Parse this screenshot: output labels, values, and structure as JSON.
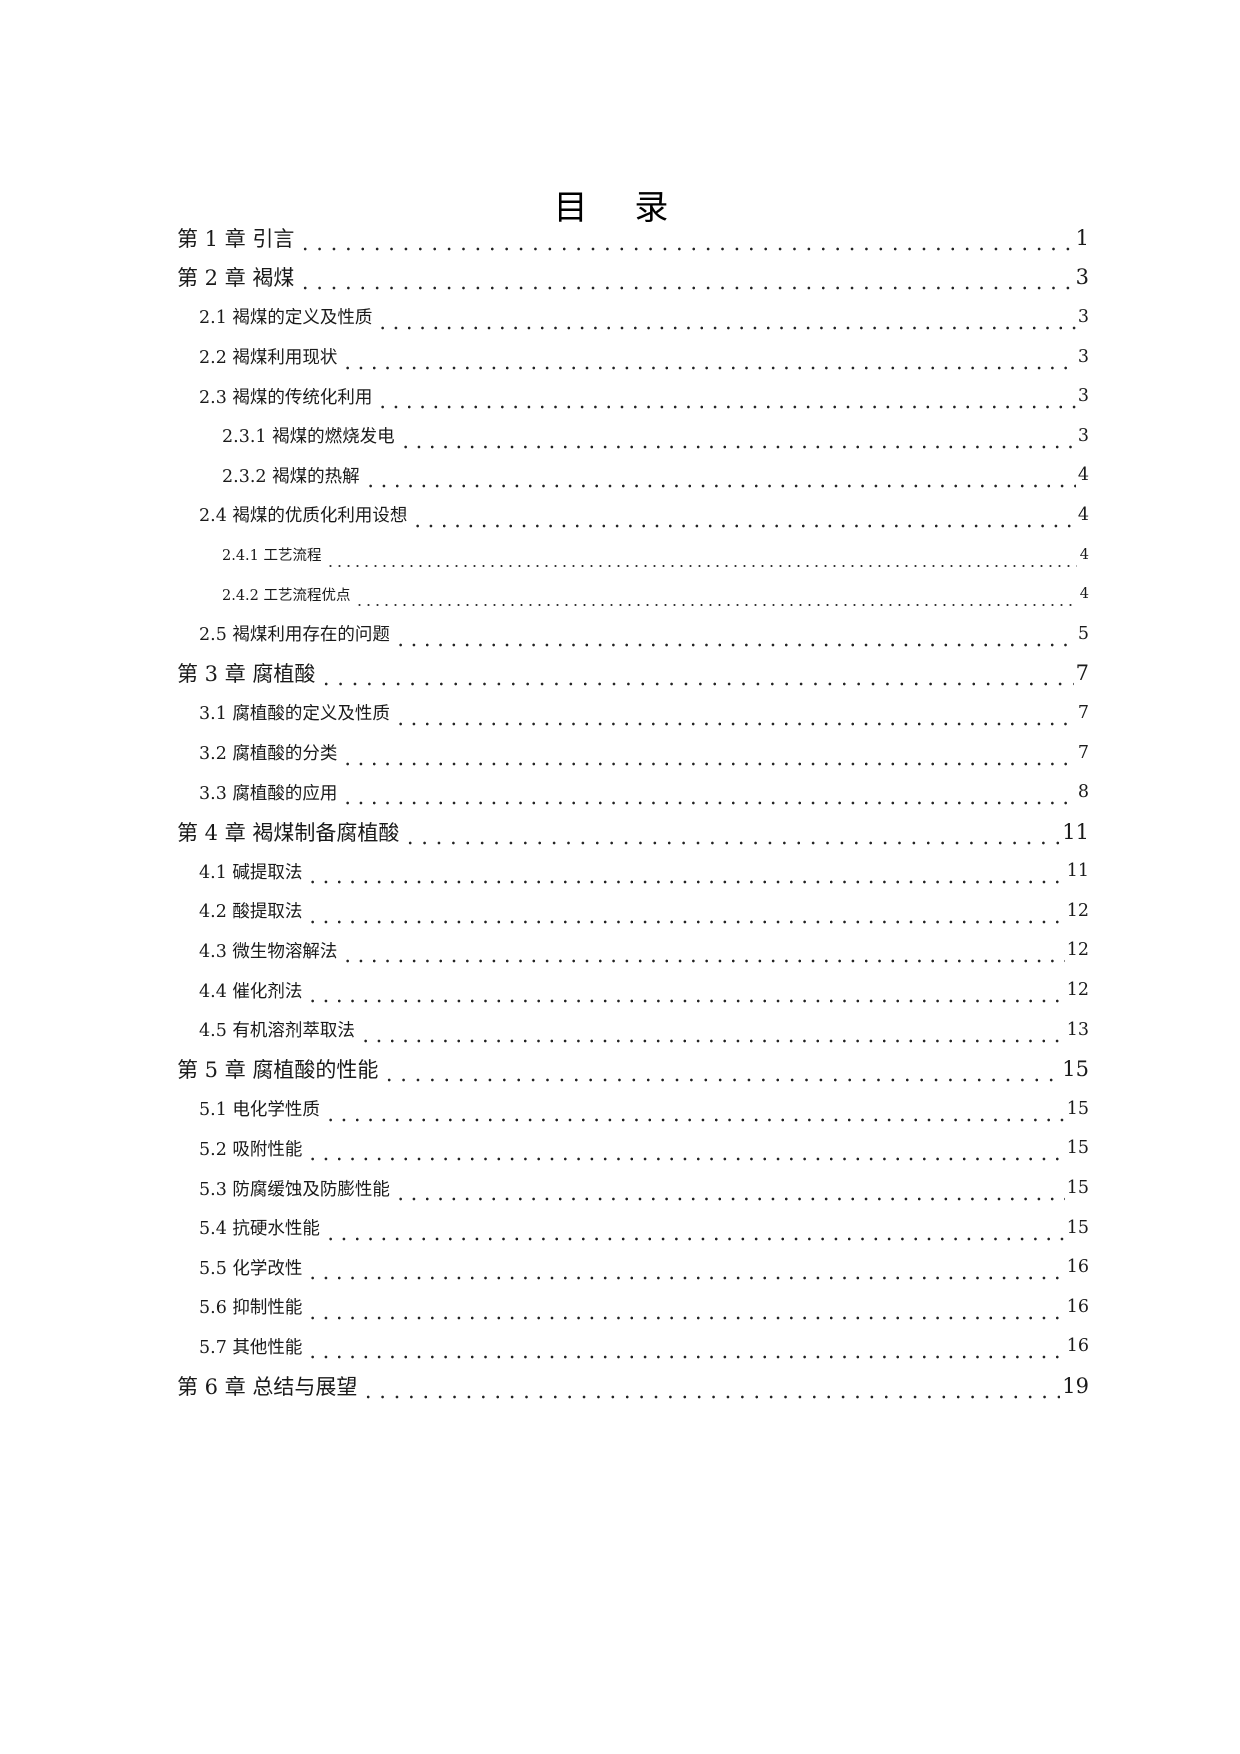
{
  "document": {
    "title": "目 录",
    "toc": [
      {
        "level": 1,
        "label": "第 1 章  引言",
        "page": "1"
      },
      {
        "level": 1,
        "label": "第 2 章  褐煤",
        "page": "3"
      },
      {
        "level": 2,
        "label": "2.1 褐煤的定义及性质",
        "page": "3"
      },
      {
        "level": 2,
        "label": "2.2 褐煤利用现状",
        "page": "3"
      },
      {
        "level": 2,
        "label": "2.3 褐煤的传统化利用",
        "page": "3"
      },
      {
        "level": 3,
        "label": "2.3.1 褐煤的燃烧发电",
        "page": "3"
      },
      {
        "level": 3,
        "label": "2.3.2 褐煤的热解",
        "page": "4"
      },
      {
        "level": 2,
        "label": "2.4 褐煤的优质化利用设想",
        "page": "4"
      },
      {
        "level": "3s",
        "label": "2.4.1 工艺流程",
        "page": "4"
      },
      {
        "level": "3s",
        "label": "2.4.2 工艺流程优点",
        "page": "4"
      },
      {
        "level": 2,
        "label": "2.5 褐煤利用存在的问题",
        "page": "5"
      },
      {
        "level": 1,
        "label": "第 3 章  腐植酸",
        "page": "7"
      },
      {
        "level": 2,
        "label": "3.1 腐植酸的定义及性质",
        "page": "7"
      },
      {
        "level": 2,
        "label": "3.2 腐植酸的分类",
        "page": "7"
      },
      {
        "level": 2,
        "label": "3.3 腐植酸的应用",
        "page": "8"
      },
      {
        "level": 1,
        "label": "第 4 章  褐煤制备腐植酸",
        "page": "11"
      },
      {
        "level": 2,
        "label": "4.1 碱提取法",
        "page": "11"
      },
      {
        "level": 2,
        "label": "4.2 酸提取法",
        "page": "12"
      },
      {
        "level": 2,
        "label": "4.3 微生物溶解法",
        "page": "12"
      },
      {
        "level": 2,
        "label": "4.4 催化剂法",
        "page": "12"
      },
      {
        "level": 2,
        "label": "4.5 有机溶剂萃取法",
        "page": "13"
      },
      {
        "level": 1,
        "label": "第 5 章  腐植酸的性能",
        "page": "15"
      },
      {
        "level": 2,
        "label": "5.1 电化学性质",
        "page": "15"
      },
      {
        "level": 2,
        "label": "5.2 吸附性能",
        "page": "15"
      },
      {
        "level": 2,
        "label": "5.3 防腐缓蚀及防膨性能",
        "page": "15"
      },
      {
        "level": 2,
        "label": "5.4 抗硬水性能",
        "page": "15"
      },
      {
        "level": 2,
        "label": "5.5 化学改性",
        "page": "16"
      },
      {
        "level": 2,
        "label": "5.6 抑制性能",
        "page": "16"
      },
      {
        "level": 2,
        "label": "5.7 其他性能",
        "page": "16"
      },
      {
        "level": 1,
        "label": "第 6 章  总结与展望",
        "page": "19"
      }
    ]
  }
}
